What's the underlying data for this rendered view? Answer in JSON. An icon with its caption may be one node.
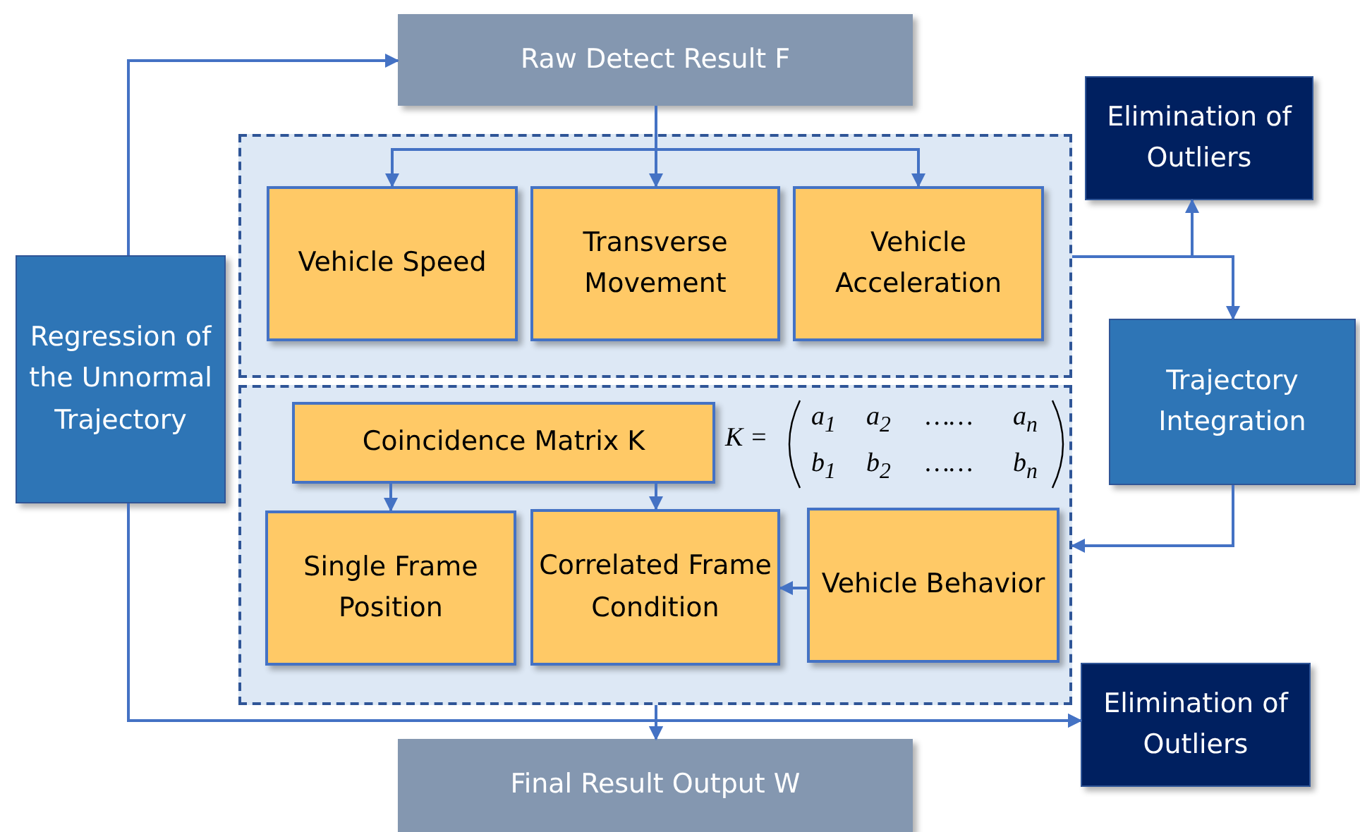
{
  "diagram": {
    "nodes": [
      {
        "text": [
          "Raw Detect Result F"
        ]
      },
      {
        "text": [],
        "shape": "box"
      },
      {
        "text": [
          "Vehicle Speed"
        ],
        "in": 1
      },
      {
        "text": [
          "Transverse Movement"
        ],
        "in": 1
      },
      {
        "text": [
          "Vehicle Acceleration"
        ],
        "in": 1
      },
      {
        "text": [
          "Elimination of Outliers"
        ]
      },
      {
        "text": [
          "Regression of the Unnormal Trajectory"
        ]
      },
      {
        "text": [
          "Trajectory Integration"
        ]
      },
      {
        "text": [],
        "shape": "box"
      },
      {
        "text": [
          "Coincidence Matrix K"
        ],
        "in": 8
      },
      {
        "text": [
          "Single Frame Position"
        ],
        "in": 8
      },
      {
        "text": [
          "Correlated Frame Condition"
        ],
        "in": 8
      },
      {
        "text": [
          "Vehicle Behavior"
        ],
        "in": 8
      },
      {
        "text": [
          "Elimination of Outliers"
        ]
      },
      {
        "text": [
          "Final Result Output W"
        ]
      }
    ],
    "edges": [
      {
        "from": 0,
        "to": 2,
        "arrow": "to"
      },
      {
        "from": 0,
        "to": 3,
        "arrow": "to"
      },
      {
        "from": 0,
        "to": 4,
        "arrow": "to"
      },
      {
        "from": 6,
        "to": 0,
        "arrow": "to"
      },
      {
        "from": 1,
        "to": 5,
        "arrow": "to"
      },
      {
        "from": 1,
        "to": 7,
        "arrow": "to"
      },
      {
        "from": 7,
        "to": 8,
        "arrow": "to"
      },
      {
        "from": 9,
        "to": 10,
        "arrow": "to"
      },
      {
        "from": 9,
        "to": 11,
        "arrow": "to"
      },
      {
        "from": 12,
        "to": 11,
        "arrow": "to"
      },
      {
        "from": 6,
        "to": 14,
        "arrow": "to"
      },
      {
        "from": 6,
        "to": 13,
        "arrow": "to"
      },
      {
        "from": 8,
        "to": 14,
        "arrow": "to"
      },
      {
        "from": 8,
        "to": 13,
        "arrow": "to"
      }
    ],
    "labels": [
      "K =",
      "a$_{1}$",
      "a$_{2}$",
      "……",
      "a$_{n}$",
      "b$_{1}$",
      "b$_{2}$",
      "……",
      "b$_{n}$"
    ]
  }
}
